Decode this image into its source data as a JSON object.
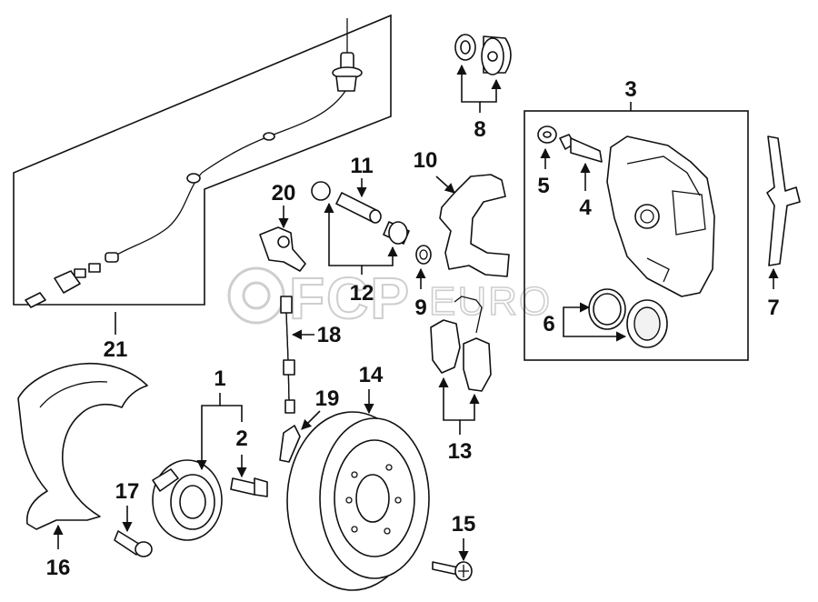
{
  "watermark": {
    "brand": "FCP",
    "suffix": "EURO"
  },
  "callouts": [
    "1",
    "2",
    "3",
    "4",
    "5",
    "6",
    "7",
    "8",
    "9",
    "10",
    "11",
    "12",
    "13",
    "14",
    "15",
    "16",
    "17",
    "18",
    "19",
    "20",
    "21"
  ]
}
